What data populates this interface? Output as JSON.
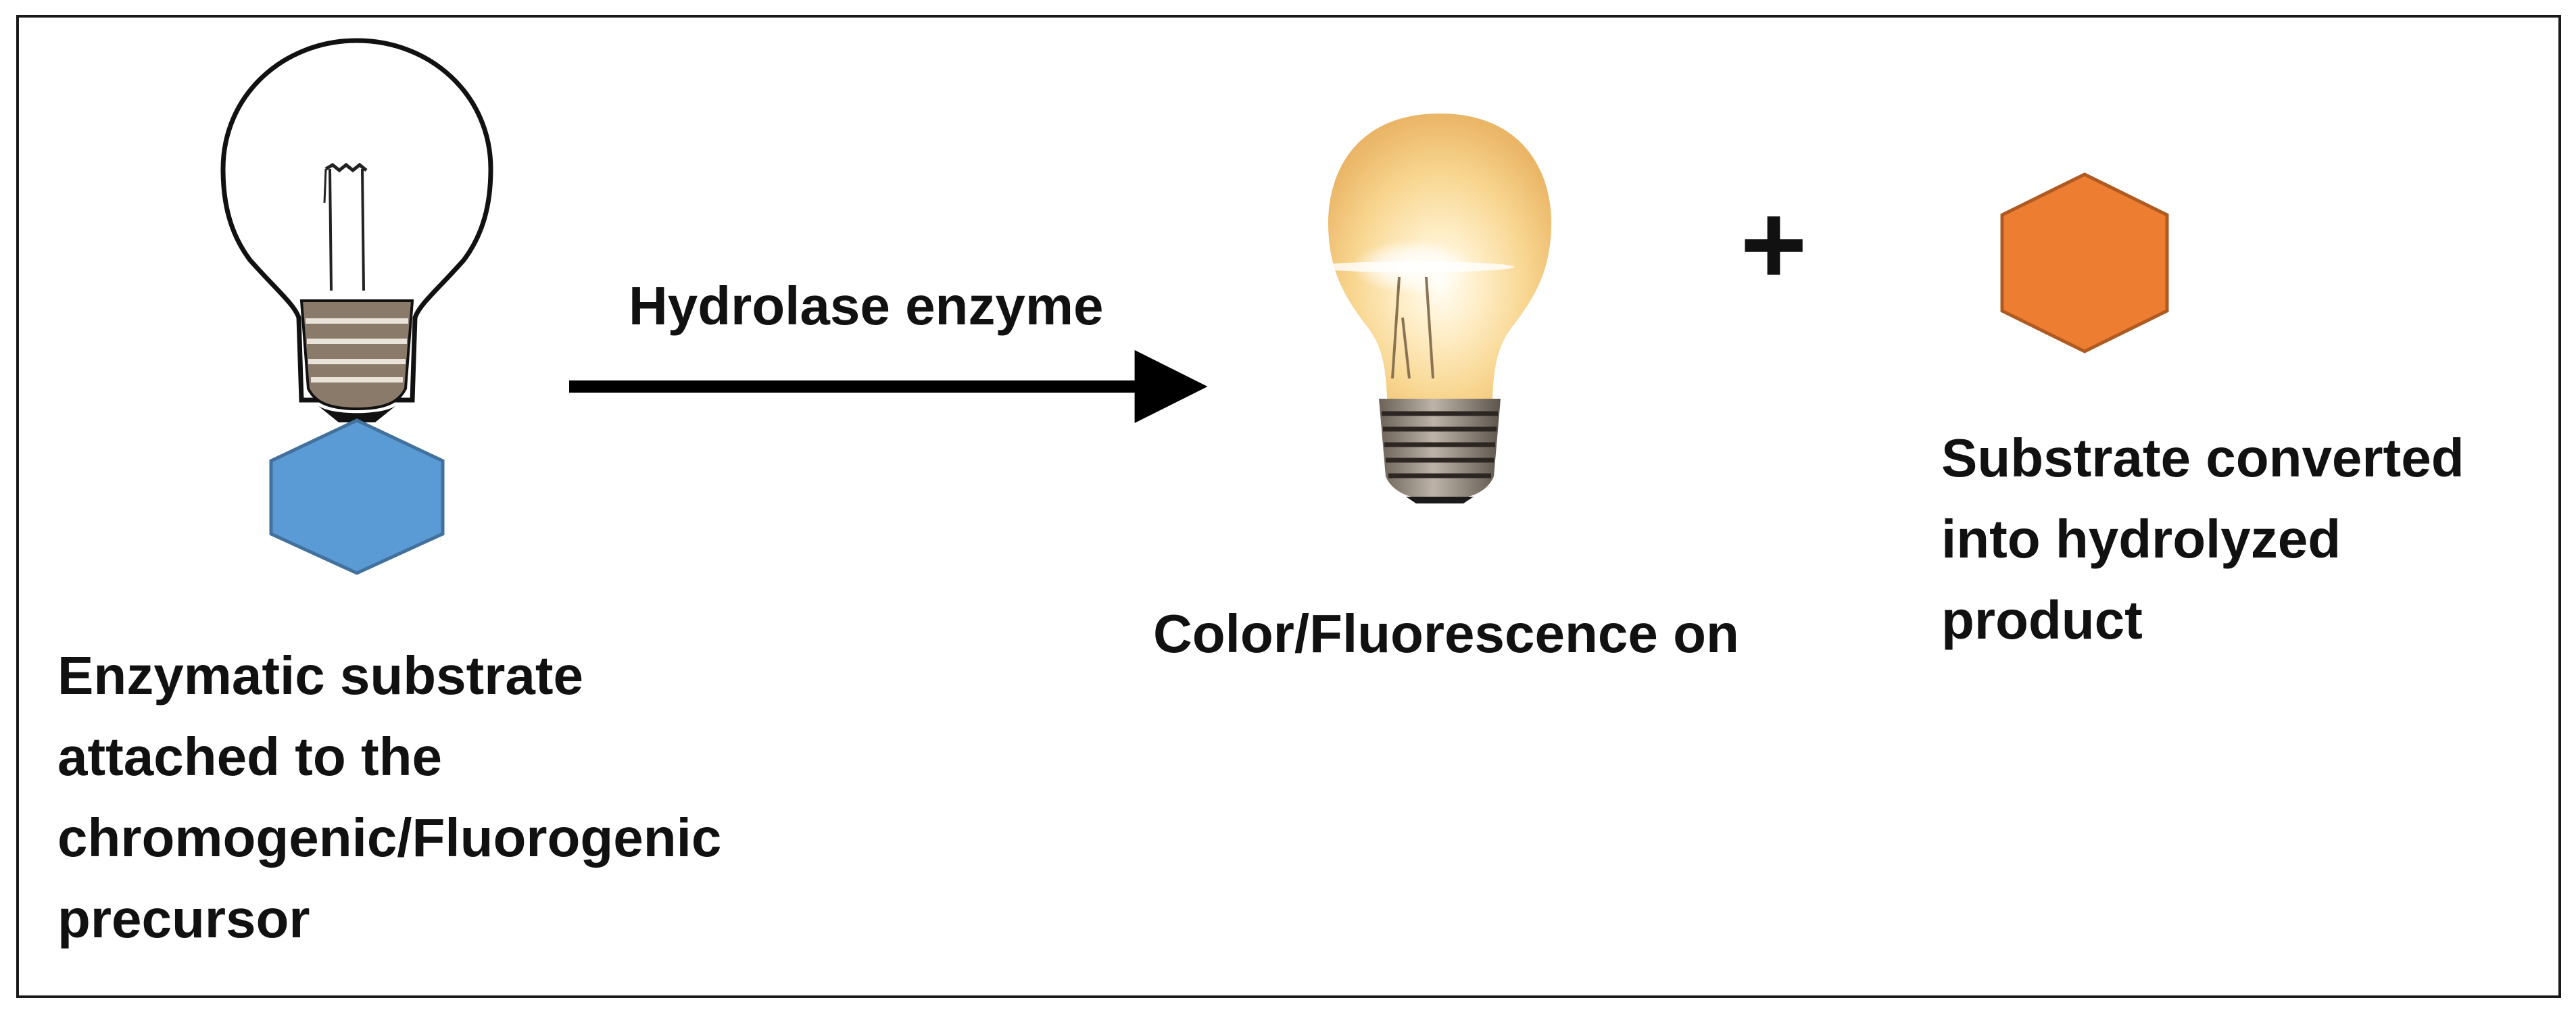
{
  "diagram": {
    "substrate_label": "Enzymatic substrate\nattached to the\nchromogenic/Fluorogenic\nprecursor",
    "enzyme_label": "Hydrolase enzyme",
    "fluorescence_label": "Color/Fluorescence on",
    "plus_symbol": "+",
    "product_label": "Substrate converted\ninto hydrolyzed\nproduct"
  },
  "colors": {
    "substrate_hexagon_fill": "#5b9bd5",
    "substrate_hexagon_stroke": "#41719c",
    "product_hexagon_fill": "#ed7d31",
    "product_hexagon_stroke": "#ae5a21",
    "glow_bulb": "#f6d089",
    "border": "#1a1a1a"
  },
  "icons": {
    "unlit_bulb": "light-bulb-off-icon",
    "lit_bulb": "light-bulb-on-icon",
    "substrate_shape": "hexagon-icon",
    "product_shape": "hexagon-icon"
  }
}
